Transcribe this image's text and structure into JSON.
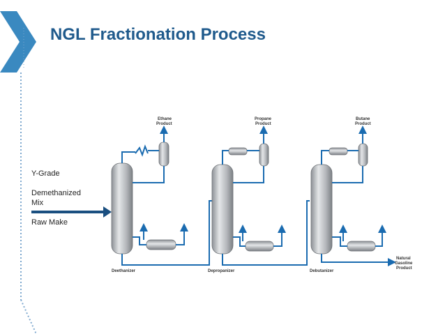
{
  "slide": {
    "title": "NGL Fractionation Process"
  },
  "feeds": {
    "line1": "Y-Grade",
    "line2a": "Demethanized",
    "line2b": "Mix",
    "line3": "Raw Make"
  },
  "products": {
    "ethane_1": "Ethane",
    "ethane_2": "Product",
    "propane_1": "Propane",
    "propane_2": "Product",
    "butane_1": "Butane",
    "butane_2": "Product",
    "natural_1": "Natural",
    "natural_2": "Gasoline",
    "natural_3": "Product"
  },
  "columns": {
    "deethanizer": "Deethanizer",
    "depropanizer": "Depropanizer",
    "debutanizer": "Debutanizer"
  },
  "colors": {
    "title": "#1f5a8c",
    "pipe": "#1a6bb0",
    "vessel": "#b9bcc0",
    "chevron": "#3a89c0"
  }
}
